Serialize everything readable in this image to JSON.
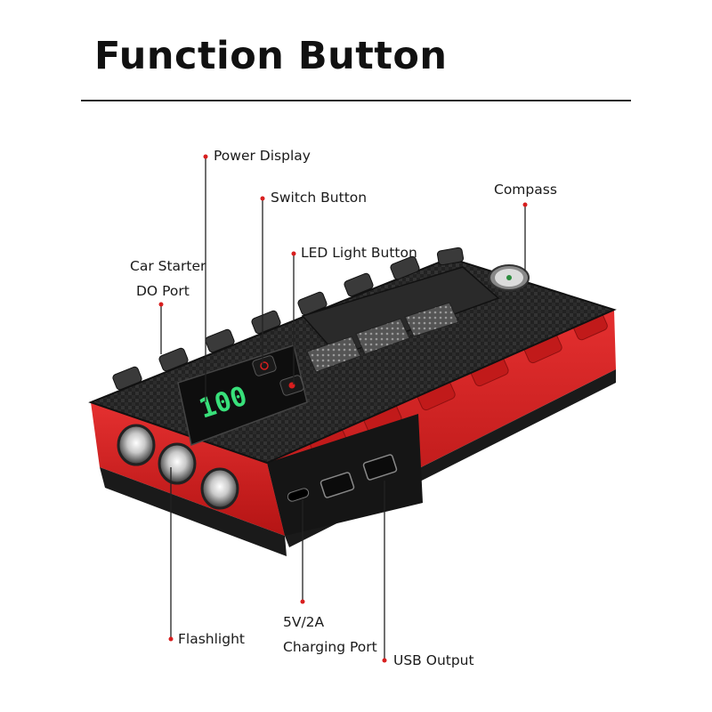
{
  "title": "Function Button",
  "labels": {
    "power_display": "Power Display",
    "switch_button": "Switch Button",
    "led_light_button": "LED Light Button",
    "compass": "Compass",
    "car_starter_line1": "Car Starter",
    "car_starter_line2": "DO Port",
    "flashlight": "Flashlight",
    "charging_port_line1": "5V/2A",
    "charging_port_line2": "Charging Port",
    "usb_output": "USB Output"
  },
  "display_reading": "100",
  "colors": {
    "leader_dot": "#d81e1e",
    "body_red": "#d31d1d",
    "body_black": "#1f1f1f",
    "display_green": "#38e07a"
  }
}
